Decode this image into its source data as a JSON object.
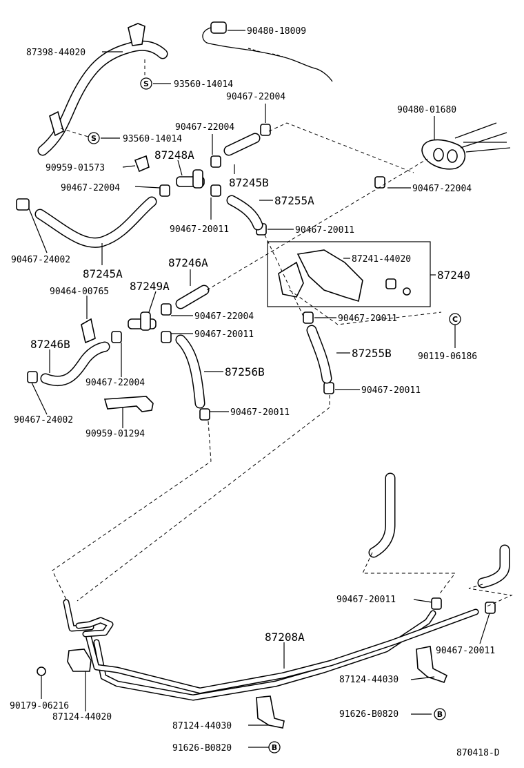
{
  "diagram_id": "870418-D",
  "labels": {
    "p87398_44020": "87398-44020",
    "p90480_18009": "90480-18009",
    "p93560_14014_a": "93560-14014",
    "p90467_22004_a": "90467-22004",
    "p93560_14014_b": "93560-14014",
    "p90467_22004_b": "90467-22004",
    "p90480_01680": "90480-01680",
    "p87248A": "87248A",
    "p90959_01573": "90959-01573",
    "p90467_22004_c": "90467-22004",
    "p87245B": "87245B",
    "p90467_22004_d": "90467-22004",
    "p87255A": "87255A",
    "p90467_20011_a": "90467-20011",
    "p90467_20011_b": "90467-20011",
    "p90467_24002_a": "90467-24002",
    "p87245A": "87245A",
    "p87246A": "87246A",
    "p87241_44020": "87241-44020",
    "p87240": "87240",
    "p90464_00765": "90464-00765",
    "p87249A": "87249A",
    "p90467_22004_e": "90467-22004",
    "p90467_20011_c": "90467-20011",
    "p90467_20011_d": "90467-20011",
    "p87246B": "87246B",
    "p87255B": "87255B",
    "p90119_06186": "90119-06186",
    "p87256B": "87256B",
    "p90467_22004_f": "90467-22004",
    "p90467_20011_e": "90467-20011",
    "p90467_24002_b": "90467-24002",
    "p90467_20011_f": "90467-20011",
    "p90959_01294": "90959-01294",
    "p90467_20011_g": "90467-20011",
    "p87208A": "87208A",
    "p90467_20011_h": "90467-20011",
    "p87124_44030_a": "87124-44030",
    "p90179_06216": "90179-06216",
    "p87124_44020": "87124-44020",
    "p91626_B0820_a": "91626-B0820",
    "p87124_44030_b": "87124-44030",
    "p91626_B0820_b": "91626-B0820"
  },
  "tags": {
    "s": "S",
    "b": "B",
    "c": "C"
  }
}
